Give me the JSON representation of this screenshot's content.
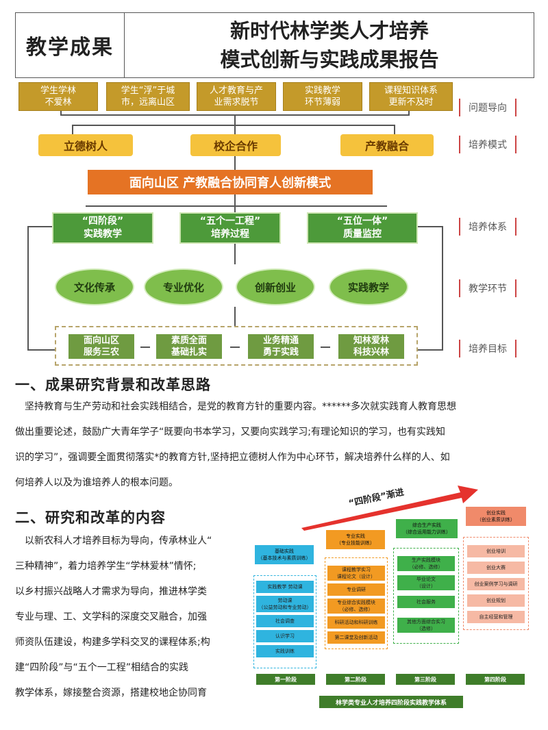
{
  "header": {
    "label": "教学成果",
    "title_line1": "新时代林学类人才培养",
    "title_line2": "模式创新与实践成果报告"
  },
  "diagram": {
    "problems": [
      "学生学林\n不爱林",
      "学生“浮”于城\n市，远离山区",
      "人才教育与产\n业需求脱节",
      "实践教学\n环节薄弱",
      "课程知识体系\n更新不及时"
    ],
    "modes": [
      "立德树人",
      "校企合作",
      "产教融合"
    ],
    "core": "面向山区 产教融合协同育人创新模式",
    "systems": [
      "“四阶段”\n实践教学",
      "“五个一工程”\n培养过程",
      "“五位一体”\n质量监控"
    ],
    "links": [
      "文化传承",
      "专业优化",
      "创新创业",
      "实践教学"
    ],
    "goals": [
      "面向山区\n服务三农",
      "素质全面\n基础扎实",
      "业务精通\n勇于实践",
      "知林爱林\n科技兴林"
    ],
    "tags": [
      "问题导向",
      "培养模式",
      "培养体系",
      "教学环节",
      "培养目标"
    ]
  },
  "section1": {
    "heading": "一、成果研究背景和改革思路",
    "lines": [
      "坚持教育与生产劳动和社会实践相结合，是党的教育方针的重要内容。******多次就实践育人教育思想",
      "做出重要论述，鼓励广大青年学子“既要向书本学习，又要向实践学习;有理论知识的学习，也有实践知",
      "识的学习”，强调要全面贯彻落实*的教育方针,坚持把立德树人作为中心环节，解决培养什么样的人、如",
      "何培养人以及为谁培养人的根本问题。"
    ]
  },
  "section2": {
    "heading": "二、研究和改革的内容",
    "lines": [
      "以新农科人才培养目标为导向，传承林业人“",
      "三种精神”，着力培养学生“学林爱林”情怀;",
      "以乡村振兴战略人才需求为导向，推进林学类",
      "专业与理、工、文学科的深度交叉融合，加强",
      "师资队伍建设，构建多学科交叉的课程体系;构",
      "建“四阶段”与“五个一工程”相结合的实践",
      "教学体系，嫁接整合资源，搭建校地企协同育"
    ]
  },
  "stages": {
    "arrow_label": "“四阶段”渐进",
    "col1": {
      "head": "基础实践\n（基本技术与素质训练）",
      "items": [
        "实践教学 劳动课",
        "劳动课\n（公益劳动和专业劳动）",
        "社会调查",
        "认识学习",
        "实践训练"
      ]
    },
    "col2": {
      "head": "专业实践\n（专业技能训练）",
      "items": [
        "课程教学实习\n课程论文（设计）",
        "专业调研",
        "专业综合实践模块\n（必修、选修）",
        "科研活动和科研训练",
        "第二课堂及创新活动"
      ]
    },
    "col3": {
      "head": "综合生产实践\n（综合运用能力训练）",
      "items": [
        "生产实践模块\n（必修、选修）",
        "毕业论文\n（设计）",
        "社会服务",
        "其他方面综合实习\n（选修）"
      ]
    },
    "col4": {
      "head": "创业实践\n（创业素质训练）",
      "items": [
        "创业培训",
        "创业大赛",
        "创业案例学习与调研",
        "创业规划",
        "自主经营和管理"
      ]
    },
    "stage_labels": [
      "第一阶段",
      "第二阶段",
      "第三阶段",
      "第四阶段"
    ],
    "caption": "林学类专业人才培养四阶段实践教学体系",
    "colors": {
      "col1": "#2fb4df",
      "col2": "#f29a22",
      "col3": "#3fb04a",
      "col4": "#f08a6a"
    }
  }
}
